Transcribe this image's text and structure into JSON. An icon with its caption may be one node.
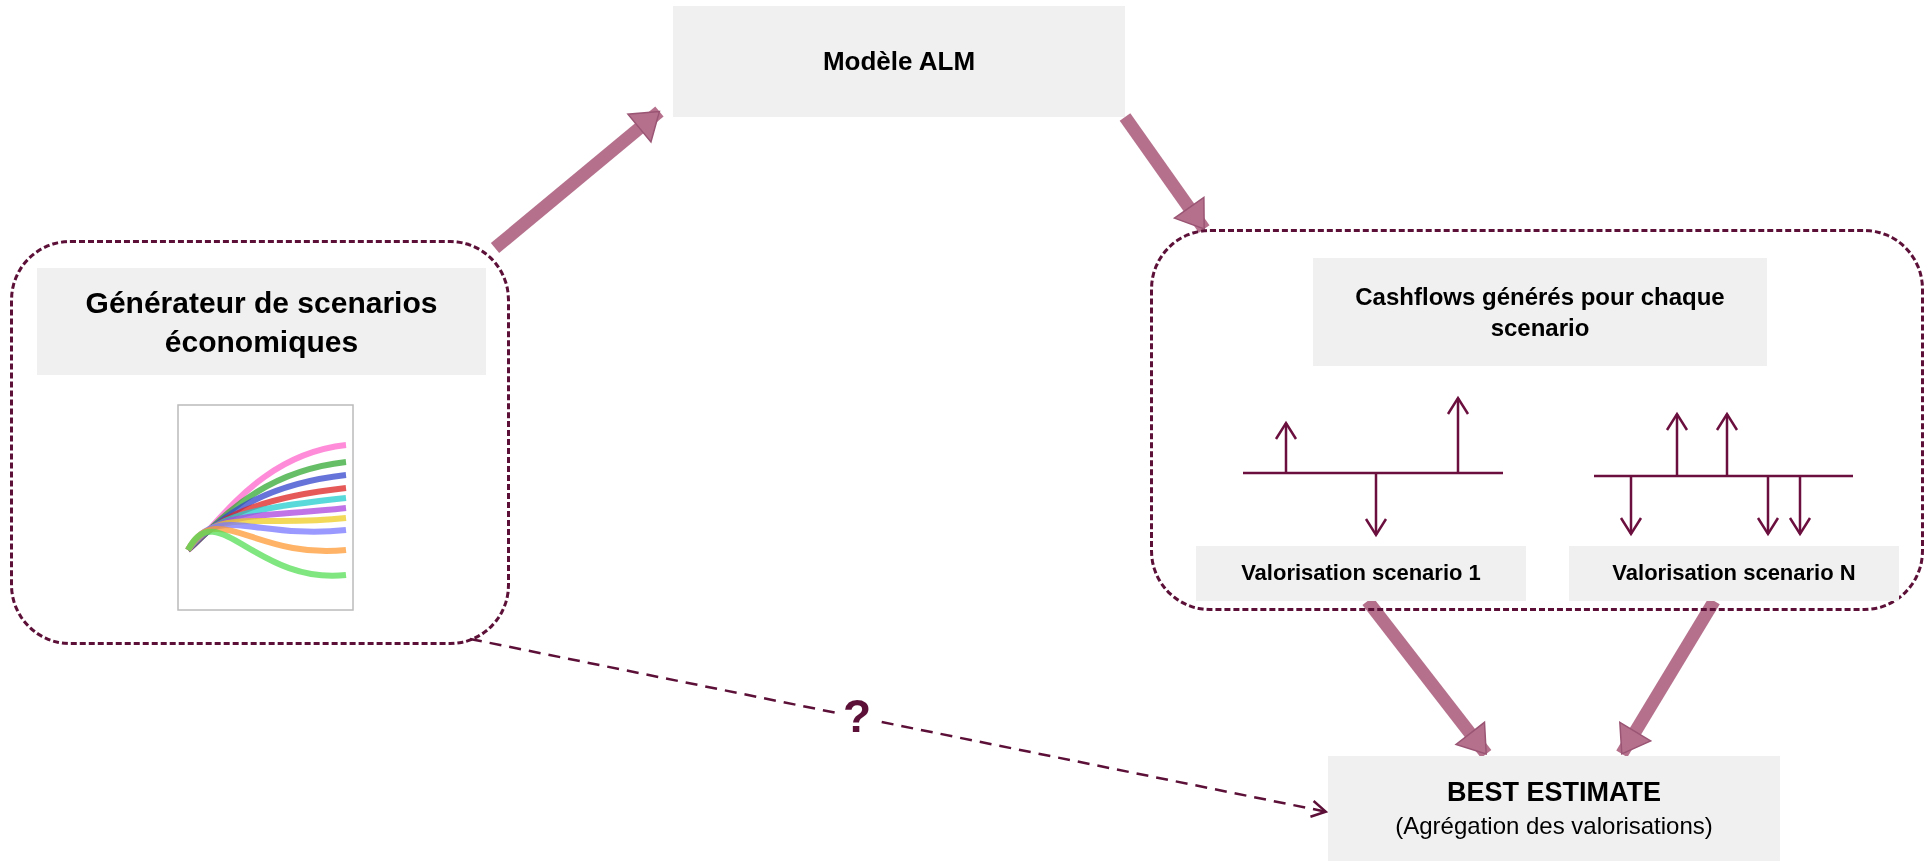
{
  "diagram": {
    "nodes": [
      {
        "text": [],
        "shape": "box"
      },
      {
        "text": [
          "Générateur de scenarios économiques"
        ],
        "in": 0
      },
      {
        "text": [],
        "shape": "picture",
        "in": 0
      },
      {
        "text": [
          "Modèle ALM"
        ]
      },
      {
        "text": [],
        "shape": "box"
      },
      {
        "text": [
          "Cashflows générés pour chaque scenario"
        ],
        "in": 4
      },
      {
        "text": [
          "Valorisation scenario 1"
        ],
        "in": 4
      },
      {
        "text": [
          "Valorisation scenario N"
        ],
        "in": 4
      },
      {
        "text": [
          "BEST ESTIMATE",
          "(Agrégation des valorisations)"
        ]
      }
    ],
    "edges": [
      {
        "from": 0,
        "to": 3,
        "arrow": "to"
      },
      {
        "from": 3,
        "to": 4,
        "arrow": "to"
      },
      {
        "from": 6,
        "to": 8,
        "arrow": "to"
      },
      {
        "from": 7,
        "to": 8,
        "arrow": "to"
      },
      {
        "from": 0,
        "to": 8,
        "arrow": "to",
        "style": "dashed",
        "color": "#5c1038",
        "label": "?"
      }
    ]
  }
}
